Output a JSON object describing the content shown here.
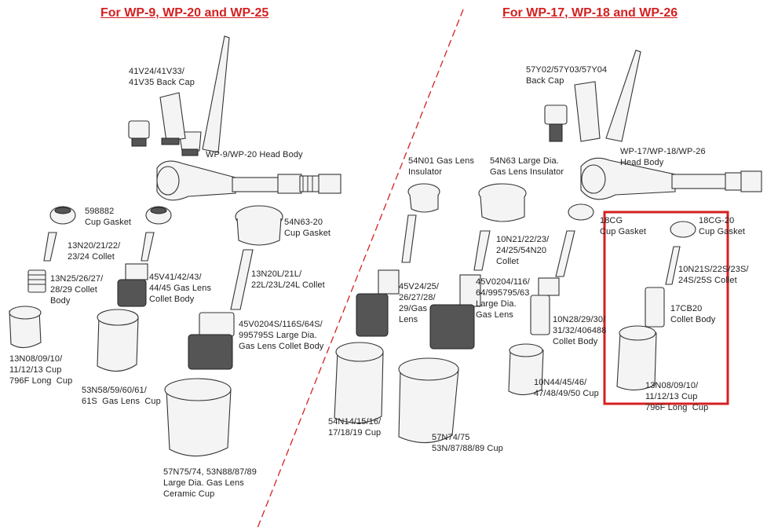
{
  "headings": {
    "left": "For  WP-9, WP-20 and WP-25",
    "right": "For  WP-17, WP-18 and WP-26"
  },
  "colors": {
    "heading": "#d42020",
    "divider": "#d42020",
    "highlight": "#d42020"
  },
  "left_labels": {
    "back_cap": "41V24/41V33/\n41V35 Back Cap",
    "head_body": "WP-9/WP-20 Head Body",
    "cup_gasket": "598882\nCup Gasket",
    "collet": "13N20/21/22/\n23/24 Collet",
    "collet_body": "13N25/26/27/\n28/29 Collet\nBody",
    "cup": "13N08/09/10/\n11/12/13 Cup\n796F Long  Cup",
    "gas_lens_body": "45V41/42/43/\n44/45 Gas Lens\nCollet Body",
    "gas_lens_cup": "53N58/59/60/61/\n61S  Gas Lens  Cup",
    "large_gasket": "54N63-20\nCup Gasket",
    "large_collet": "13N20L/21L/\n22L/23L/24L Collet",
    "large_body": "45V0204S/116S/64S/\n995795S Large Dia.\nGas Lens Collet Body",
    "large_cup": "57N75/74, 53N88/87/89\nLarge Dia. Gas Lens\nCeramic Cup"
  },
  "right_labels": {
    "back_cap": "57Y02/57Y03/57Y04\nBack Cap",
    "head_body": "WP-17/WP-18/WP-26\nHead Body",
    "insulator": "54N01 Gas Lens\nInsulator",
    "large_insulator": "54N63 Large Dia.\nGas Lens Insulator",
    "cup_gasket": "18CG\nCup Gasket",
    "cup_gasket_b": "18CG-20\nCup Gasket",
    "collet_a": "10N21/22/23/\n24/25/54N20\nCollet",
    "gas_lens_body": "45V24/25/\n26/27/28/\n29/Gas\nLens",
    "large_body": "45V0204/116/\n64/995795/63\nLarge Dia.\nGas Lens",
    "collet_body": "10N28/29/30/\n31/32/406488\nCollet Body",
    "collet_b": "10N21S/22S/23S/\n24S/25S Collet",
    "collet_body_b": "17CB20\nCollet Body",
    "cup_a": "10N44/45/46/\n47/48/49/50 Cup",
    "cup_b": "13N08/09/10/\n11/12/13 Cup\n796F Long  Cup",
    "gas_lens_cup": "54N14/15/16/\n17/18/19 Cup",
    "large_cup": "57N74/75\n53N/87/88/89 Cup"
  }
}
